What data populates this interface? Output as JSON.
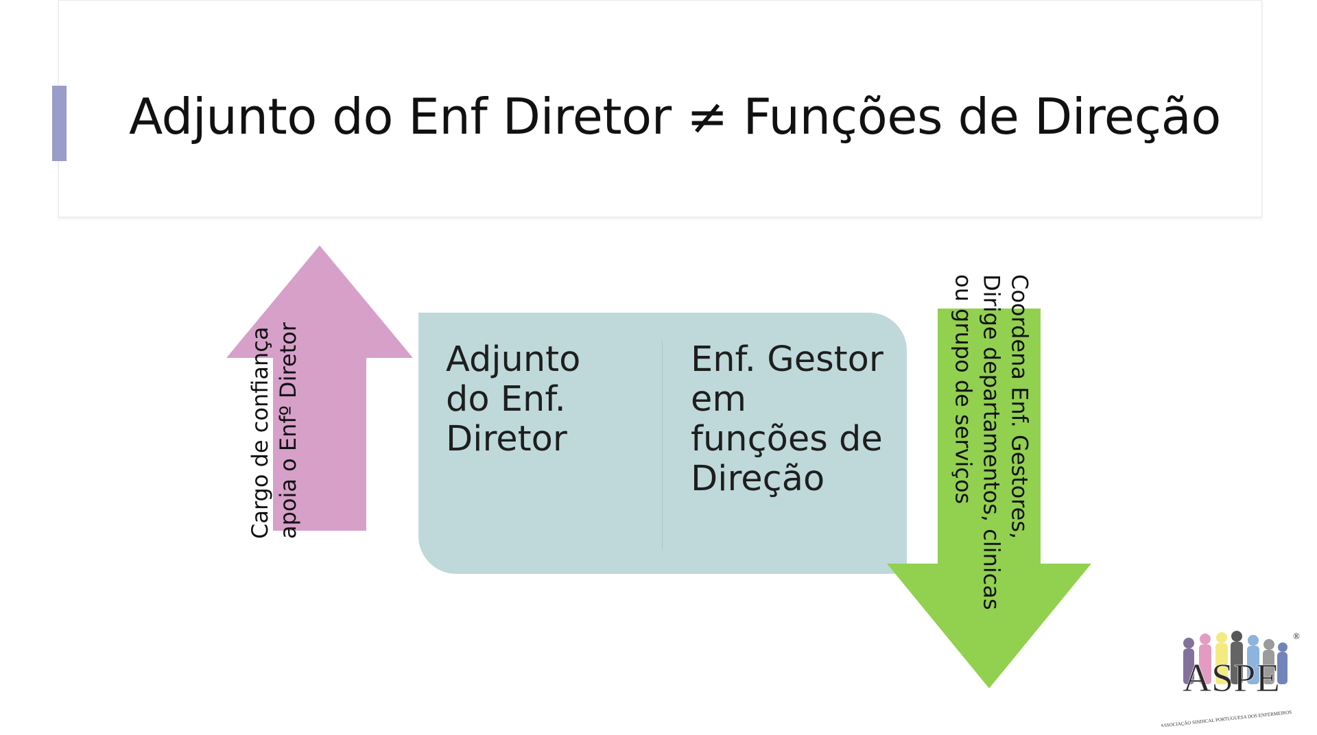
{
  "slide": {
    "title": "Adjunto do Enf Diretor ≠ Funções de Direção"
  },
  "center_box": {
    "left_lines": [
      "Adjunto",
      "do Enf.",
      "Diretor"
    ],
    "right_lines": [
      "Enf. Gestor",
      "em",
      "funções de",
      "Direção"
    ]
  },
  "up_arrow": {
    "color": "#d6a0c9",
    "lines": [
      "Cargo de confiança",
      "apoia o Enfº Diretor"
    ]
  },
  "down_arrow": {
    "color": "#92d050",
    "lines": [
      "Coordena Enf. Gestores,",
      "Dirige departamentos, clinicas",
      "ou grupo de serviços"
    ]
  },
  "logo": {
    "brand": "ASPE",
    "registered": "®",
    "tagline": "ASSOCIAÇÃO SINDICAL PORTUGUESA DOS ENFERMEIROS"
  }
}
